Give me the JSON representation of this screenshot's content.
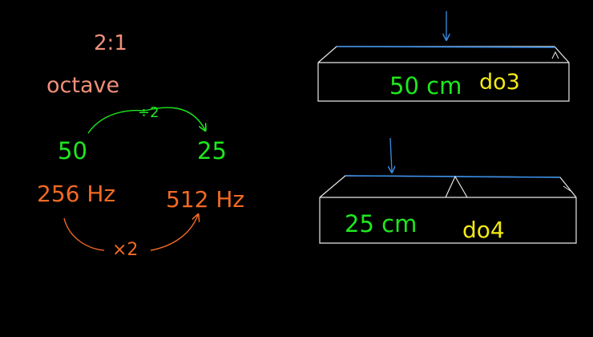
{
  "colors": {
    "background": "#000000",
    "salmon": "#f0907a",
    "green": "#1ee81e",
    "orange": "#f26a24",
    "yellow": "#f2ea14",
    "blue": "#3a8ee6",
    "white": "#e8e8e8"
  },
  "left": {
    "ratio": "2:1",
    "octave_label": "octave",
    "divide_label": "÷2",
    "length_a": "50",
    "length_b": "25",
    "freq_a": "256 Hz",
    "freq_b": "512 Hz",
    "multiply_label": "×2"
  },
  "right": {
    "top_box": {
      "length": "50 cm",
      "note": "do3"
    },
    "bottom_box": {
      "length": "25 cm",
      "note": "do4"
    }
  }
}
